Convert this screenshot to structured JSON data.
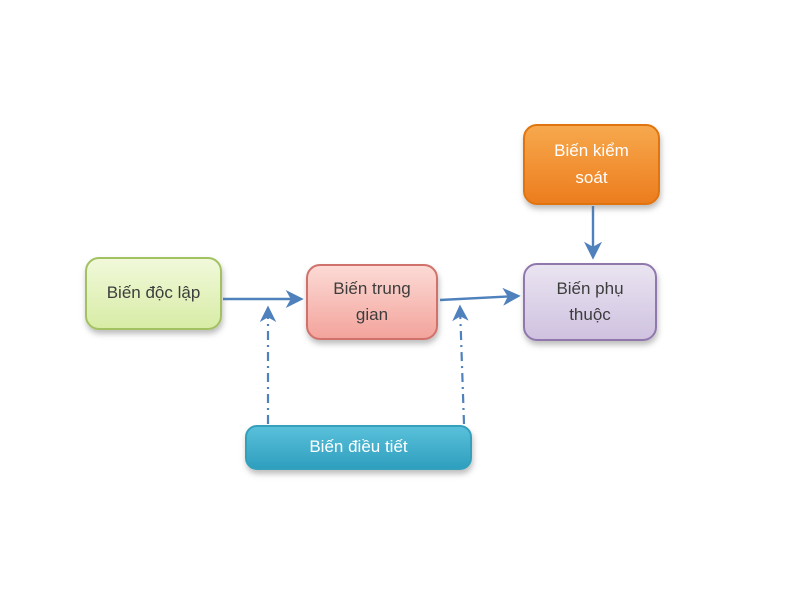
{
  "diagram": {
    "background": "#ffffff",
    "arrow_color": "#4f81bd",
    "nodes": {
      "independent": {
        "label": "Biến độc lập",
        "fill_top": "#f1f9da",
        "fill_bottom": "#d8eca6",
        "border": "#a2c161",
        "text_color": "#3d3d3d"
      },
      "mediator": {
        "label": "Biến trung gian",
        "fill_top": "#fcdad5",
        "fill_bottom": "#f3a49c",
        "border": "#d0716b",
        "text_color": "#3d3d3d"
      },
      "dependent": {
        "label": "Biến phụ thuộc",
        "fill_top": "#eae4f1",
        "fill_bottom": "#cfc2e0",
        "border": "#9078ad",
        "text_color": "#3d3d3d"
      },
      "control": {
        "label": "Biến kiểm soát",
        "fill_top": "#f7a84d",
        "fill_bottom": "#ec7d1e",
        "border": "#e0740f",
        "text_color": "#ffffff"
      },
      "moderator": {
        "label": "Biến điều tiết",
        "fill_top": "#59c0da",
        "fill_bottom": "#2f9fbf",
        "border": "#35a0bc",
        "text_color": "#ffffff"
      }
    },
    "edges": [
      {
        "name": "independent-to-mediator",
        "style": "solid"
      },
      {
        "name": "mediator-to-dependent",
        "style": "solid"
      },
      {
        "name": "control-to-dependent",
        "style": "solid"
      },
      {
        "name": "moderator-to-independent-mediator-arrow",
        "style": "dash-dot"
      },
      {
        "name": "moderator-to-mediator-dependent-arrow",
        "style": "dash-dot"
      }
    ]
  }
}
